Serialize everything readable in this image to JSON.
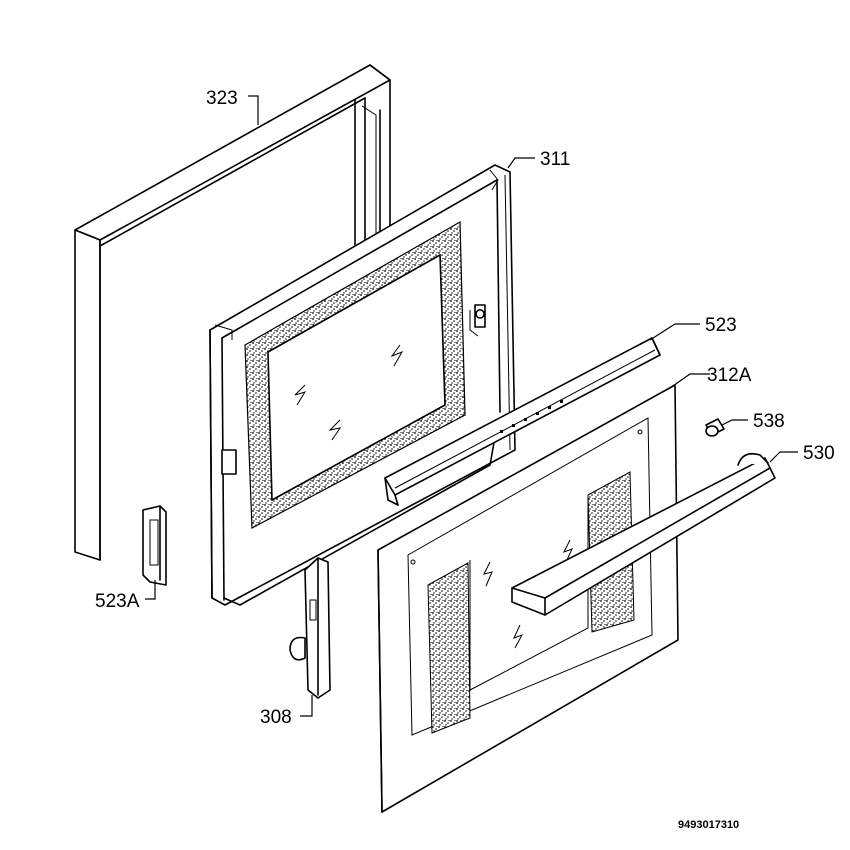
{
  "callouts": {
    "c323": "323",
    "c311": "311",
    "c523": "523",
    "c312a": "312A",
    "c538": "538",
    "c530": "530",
    "c523a": "523A",
    "c308": "308"
  },
  "drawing_number": "9493017310",
  "colors": {
    "line": "#000000",
    "background": "#ffffff"
  }
}
